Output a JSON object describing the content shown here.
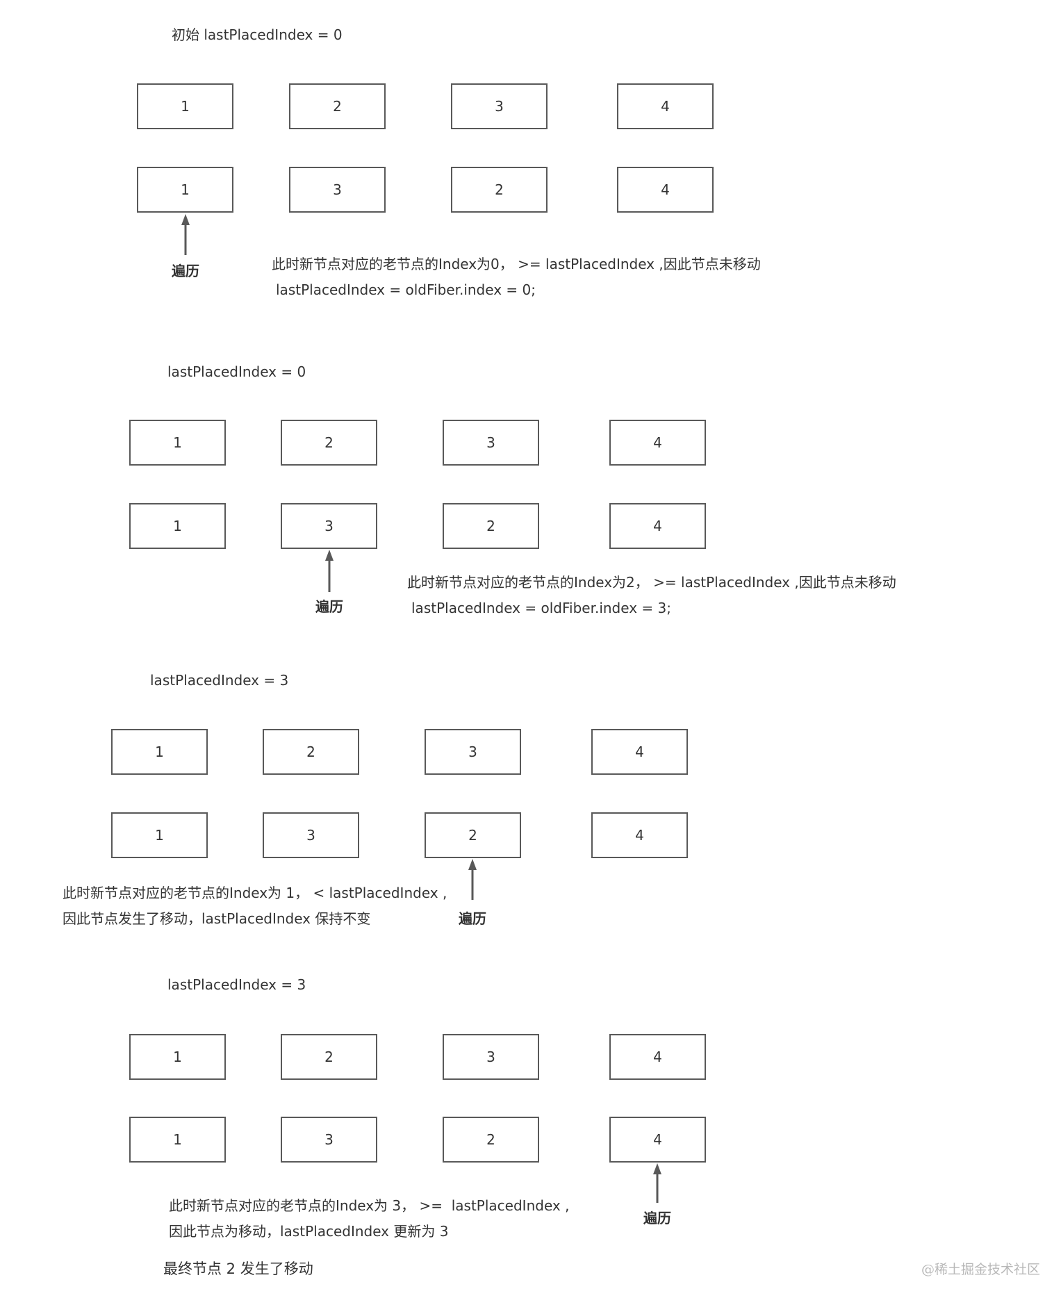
{
  "sections": [
    {
      "title": "初始 lastPlacedIndex = 0",
      "old_row": [
        "1",
        "2",
        "3",
        "4"
      ],
      "new_row": [
        "1",
        "3",
        "2",
        "4"
      ],
      "traverse_label": "遍历",
      "note": [
        "此时新节点对应的老节点的Index为0， >= lastPlacedIndex ,因此节点未移动",
        "lastPlacedIndex = oldFiber.index = 0;"
      ]
    },
    {
      "title": "lastPlacedIndex = 0",
      "old_row": [
        "1",
        "2",
        "3",
        "4"
      ],
      "new_row": [
        "1",
        "3",
        "2",
        "4"
      ],
      "traverse_label": "遍历",
      "note": [
        "此时新节点对应的老节点的Index为2， >= lastPlacedIndex ,因此节点未移动",
        "lastPlacedIndex = oldFiber.index = 3;"
      ]
    },
    {
      "title": "lastPlacedIndex = 3",
      "old_row": [
        "1",
        "2",
        "3",
        "4"
      ],
      "new_row": [
        "1",
        "3",
        "2",
        "4"
      ],
      "traverse_label": "遍历",
      "note": [
        "此时新节点对应的老节点的Index为 1， < lastPlacedIndex ,",
        "因此节点发生了移动，lastPlacedIndex 保持不变"
      ]
    },
    {
      "title": "lastPlacedIndex = 3",
      "old_row": [
        "1",
        "2",
        "3",
        "4"
      ],
      "new_row": [
        "1",
        "3",
        "2",
        "4"
      ],
      "traverse_label": "遍历",
      "note": [
        "此时新节点对应的老节点的Index为 3， >=  lastPlacedIndex ,",
        "因此节点为移动，lastPlacedIndex 更新为 3"
      ]
    }
  ],
  "conclusion": "最终节点 2 发生了移动",
  "watermark": "@稀土掘金技术社区"
}
